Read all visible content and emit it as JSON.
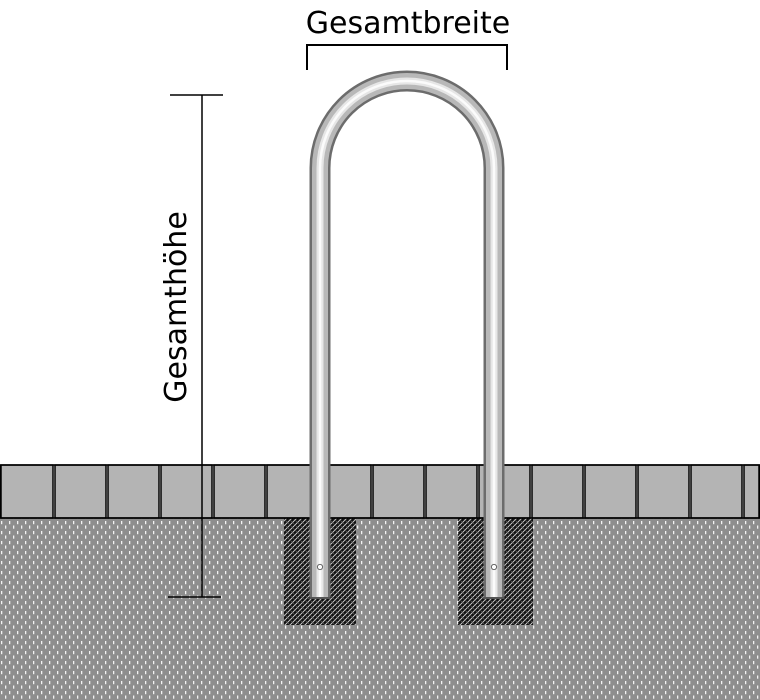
{
  "labels": {
    "width": "Gesamtbreite",
    "height": "Gesamthöhe"
  },
  "colors": {
    "background": "#ffffff",
    "paving_stone": "#b4b4b4",
    "paving_joint": "#000000",
    "soil": "#8e8e8e",
    "soil_dots": "#f2f2f2",
    "concrete_hatch": "#111111",
    "steel_light": "#f4f4f4",
    "steel_dark": "#7e7e7e",
    "dimension_line": "#000000"
  },
  "icons": {
    "bollard": "u-shaped-steel-bollard"
  }
}
